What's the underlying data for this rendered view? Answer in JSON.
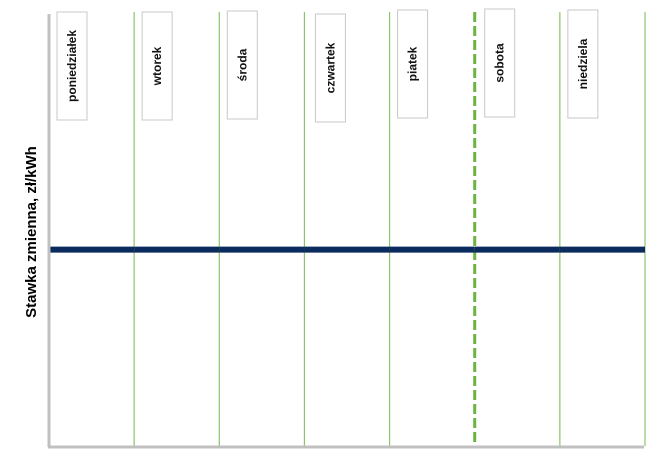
{
  "chart_data": {
    "type": "line",
    "title": "",
    "xlabel": "",
    "ylabel": "Stawka zmienna, zł/kWh",
    "categories": [
      "poniedziałek",
      "wtorek",
      "środa",
      "czwartek",
      "piatek",
      "sobota",
      "niedziela"
    ],
    "series": [
      {
        "name": "Stawka zmienna",
        "values": [
          1,
          1,
          1,
          1,
          1,
          1,
          1
        ],
        "color": "#0b2a5e"
      }
    ],
    "ylim": [
      0,
      2.2
    ],
    "grid": false,
    "weekend_divider_after": "piatek",
    "colors": {
      "day_divider": "#8cc46a",
      "weekend_divider": "#6db33f",
      "axis": "#c0c0c0",
      "label_box_border": "#c8c8c8"
    }
  }
}
